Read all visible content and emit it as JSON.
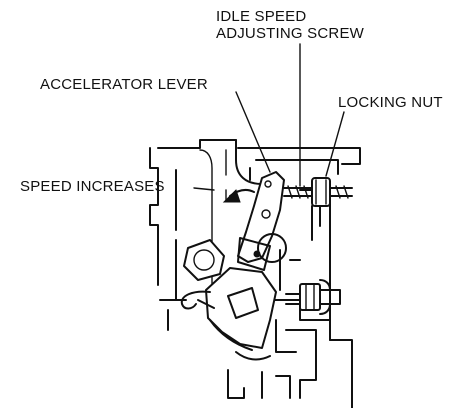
{
  "labels": {
    "idle_speed_screw_line1": "IDLE SPEED",
    "idle_speed_screw_line2": "ADJUSTING SCREW",
    "accelerator_lever": "ACCELERATOR LEVER",
    "locking_nut": "LOCKING NUT",
    "speed_increases": "SPEED INCREASES"
  },
  "colors": {
    "ink": "#111111",
    "background": "#ffffff"
  }
}
